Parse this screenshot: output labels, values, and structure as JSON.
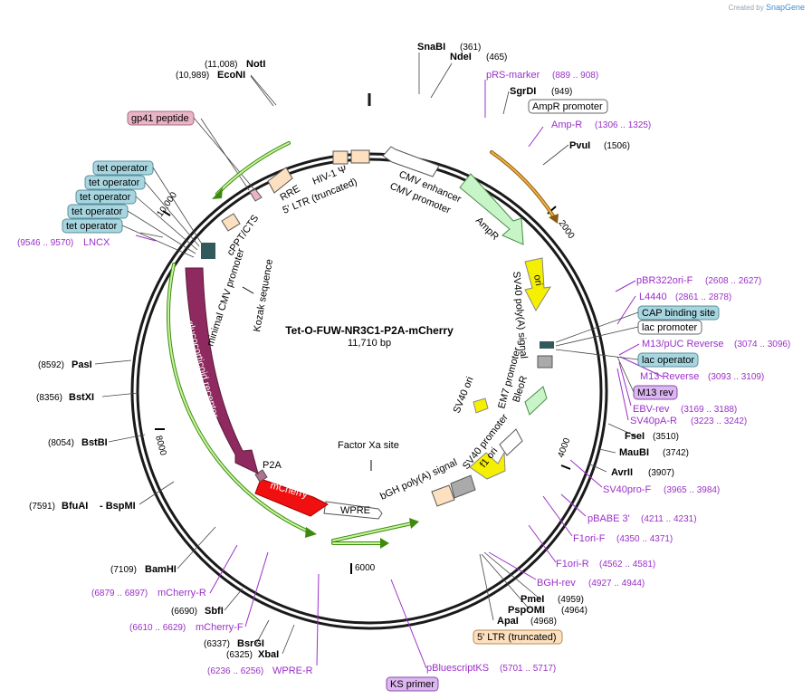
{
  "branding": {
    "created_by": "Created by",
    "logo": "SnapGene"
  },
  "plasmid": {
    "name": "Tet-O-FUW-NR3C1-P2A-mCherry",
    "size_label": "11,710 bp",
    "total_bp": 11710
  },
  "ticks": [
    {
      "label": "2000",
      "bp": 2000
    },
    {
      "label": "4000",
      "bp": 4000
    },
    {
      "label": "6000",
      "bp": 6000
    },
    {
      "label": "8000",
      "bp": 8000
    },
    {
      "label": "10,000",
      "bp": 10000
    }
  ],
  "restriction_sites": [
    {
      "name": "SnaBI",
      "pos": "(361)"
    },
    {
      "name": "NdeI",
      "pos": "(465)"
    },
    {
      "name": "SgrDI",
      "pos": "(949)"
    },
    {
      "name": "PvuI",
      "pos": "(1506)"
    },
    {
      "name": "FseI",
      "pos": "(3510)"
    },
    {
      "name": "MauBI",
      "pos": "(3742)"
    },
    {
      "name": "AvrII",
      "pos": "(3907)"
    },
    {
      "name": "PmeI",
      "pos": "(4959)"
    },
    {
      "name": "PspOMI",
      "pos": "(4964)"
    },
    {
      "name": "ApaI",
      "pos": "(4968)"
    },
    {
      "name": "XbaI",
      "pos": "(6325)"
    },
    {
      "name": "BsrGI",
      "pos": "(6337)"
    },
    {
      "name": "SbfI",
      "pos": "(6690)"
    },
    {
      "name": "BamHI",
      "pos": "(7109)"
    },
    {
      "name": "BfuAI",
      "pos": "(7591)"
    },
    {
      "name": "- BspMI",
      "pos": ""
    },
    {
      "name": "BstBI",
      "pos": "(8054)"
    },
    {
      "name": "BstXI",
      "pos": "(8356)"
    },
    {
      "name": "PasI",
      "pos": "(8592)"
    },
    {
      "name": "EcoNI",
      "pos": "(10,989)"
    },
    {
      "name": "NotI",
      "pos": "(11,008)"
    }
  ],
  "primers": [
    {
      "name": "pRS-marker",
      "pos": "(889 .. 908)"
    },
    {
      "name": "Amp-R",
      "pos": "(1306 .. 1325)"
    },
    {
      "name": "pBR322ori-F",
      "pos": "(2608 .. 2627)"
    },
    {
      "name": "L4440",
      "pos": "(2861 .. 2878)"
    },
    {
      "name": "M13/pUC Reverse",
      "pos": "(3074 .. 3096)"
    },
    {
      "name": "M13 Reverse",
      "pos": "(3093 .. 3109)"
    },
    {
      "name": "EBV-rev",
      "pos": "(3169 .. 3188)"
    },
    {
      "name": "SV40pA-R",
      "pos": "(3223 .. 3242)"
    },
    {
      "name": "SV40pro-F",
      "pos": "(3965 .. 3984)"
    },
    {
      "name": "pBABE 3'",
      "pos": "(4211 .. 4231)"
    },
    {
      "name": "F1ori-F",
      "pos": "(4350 .. 4371)"
    },
    {
      "name": "F1ori-R",
      "pos": "(4562 .. 4581)"
    },
    {
      "name": "BGH-rev",
      "pos": "(4927 .. 4944)"
    },
    {
      "name": "pBluescriptKS",
      "pos": "(5701 .. 5717)"
    },
    {
      "name": "WPRE-R",
      "pos": "(6236 .. 6256)"
    },
    {
      "name": "mCherry-F",
      "pos": "(6610 .. 6629)"
    },
    {
      "name": "mCherry-R",
      "pos": "(6879 .. 6897)"
    },
    {
      "name": "LNCX",
      "pos": "(9546 .. 9570)"
    }
  ],
  "boxed_labels": [
    {
      "name": "AmpR promoter",
      "style": "white"
    },
    {
      "name": "CAP binding site",
      "style": "teal"
    },
    {
      "name": "lac promoter",
      "style": "white"
    },
    {
      "name": "lac operator",
      "style": "teal"
    },
    {
      "name": "M13 rev",
      "style": "purple"
    },
    {
      "name": "5' LTR (truncated)",
      "style": "tan"
    },
    {
      "name": "KS primer",
      "style": "purple"
    },
    {
      "name": "gp41 peptide",
      "style": "pink"
    },
    {
      "name": "tet operator",
      "style": "teal"
    }
  ],
  "features": [
    {
      "name": "CMV enhancer"
    },
    {
      "name": "CMV promoter"
    },
    {
      "name": "AmpR"
    },
    {
      "name": "ori"
    },
    {
      "name": "SV40 poly(A) signal"
    },
    {
      "name": "EM7 promoter"
    },
    {
      "name": "BleoR"
    },
    {
      "name": "SV40 ori"
    },
    {
      "name": "SV40 promoter"
    },
    {
      "name": "f1 ori"
    },
    {
      "name": "bGH poly(A) signal"
    },
    {
      "name": "Factor Xa site"
    },
    {
      "name": "WPRE"
    },
    {
      "name": "mCherry"
    },
    {
      "name": "P2A"
    },
    {
      "name": "glucocorticoid receptor"
    },
    {
      "name": "minimal CMV promoter"
    },
    {
      "name": "Kozak sequence"
    },
    {
      "name": "cPPT/CTS"
    },
    {
      "name": "RRE"
    },
    {
      "name": "HIV-1 Ψ"
    },
    {
      "name": "5' LTR (truncated)"
    }
  ],
  "colors": {
    "backbone": "#1a1a1a",
    "primer": "#9b30c8",
    "ampr": "#c8f5c8",
    "ori": "#f5f000",
    "gr": "#8e2a5f",
    "mcherry": "#f01010",
    "orf_arrow": "#3d8b0e",
    "amp_arc": "#d08a1a",
    "teal": "#a8d6e0",
    "tan": "#fde0bf",
    "pink": "#e8b4c6",
    "purple": "#dcb6f0"
  }
}
